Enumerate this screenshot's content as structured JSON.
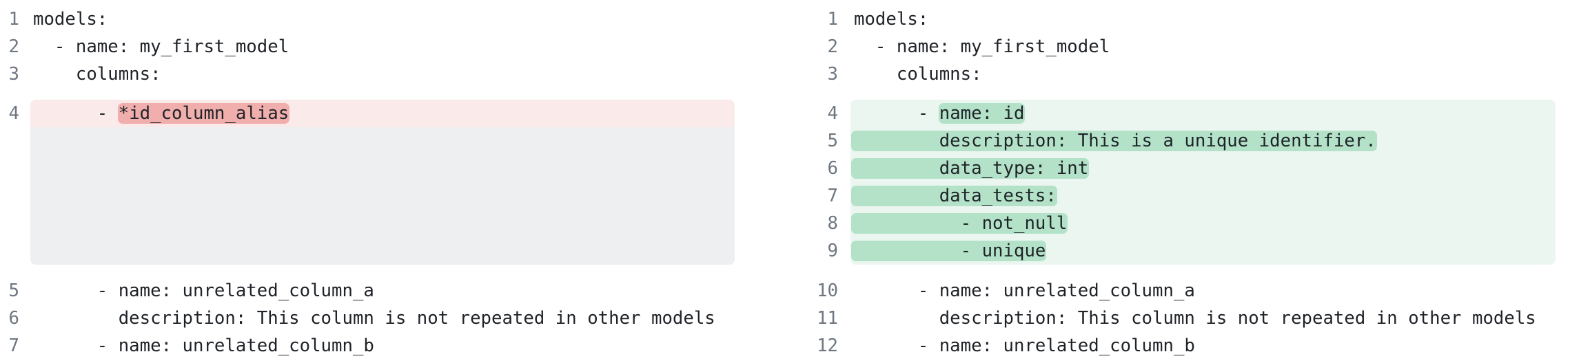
{
  "left": {
    "before": [
      {
        "num": "1",
        "text": "models:"
      },
      {
        "num": "2",
        "text": "  - name: my_first_model"
      },
      {
        "num": "3",
        "text": "    columns:"
      }
    ],
    "removed": [
      {
        "num": "4",
        "pre": "      - ",
        "hl": "*id_column_alias"
      }
    ],
    "after": [
      {
        "num": "5",
        "text": "      - name: unrelated_column_a"
      },
      {
        "num": "6",
        "text": "        description: This column is not repeated in other models"
      },
      {
        "num": "7",
        "text": "      - name: unrelated_column_b"
      }
    ]
  },
  "right": {
    "before": [
      {
        "num": "1",
        "text": "models:"
      },
      {
        "num": "2",
        "text": "  - name: my_first_model"
      },
      {
        "num": "3",
        "text": "    columns:"
      }
    ],
    "added": [
      {
        "num": "4",
        "pre": "      - ",
        "hl": "name: id"
      },
      {
        "num": "5",
        "pre": "",
        "hl": "        description: This is a unique identifier."
      },
      {
        "num": "6",
        "pre": "",
        "hl": "        data_type: int"
      },
      {
        "num": "7",
        "pre": "",
        "hl": "        data_tests:"
      },
      {
        "num": "8",
        "pre": "",
        "hl": "          - not_null"
      },
      {
        "num": "9",
        "pre": "",
        "hl": "          - unique"
      }
    ],
    "after": [
      {
        "num": "10",
        "text": "      - name: unrelated_column_a"
      },
      {
        "num": "11",
        "text": "        description: This column is not repeated in other models"
      },
      {
        "num": "12",
        "text": "      - name: unrelated_column_b"
      }
    ]
  },
  "colors": {
    "removed_line_bg": "#fbeaea",
    "removed_highlight": "#f0aeac",
    "placeholder_bg": "#eeeff1",
    "added_line_bg": "#ecf6f0",
    "added_highlight": "#b3e2c9",
    "line_number": "#6e7681"
  }
}
